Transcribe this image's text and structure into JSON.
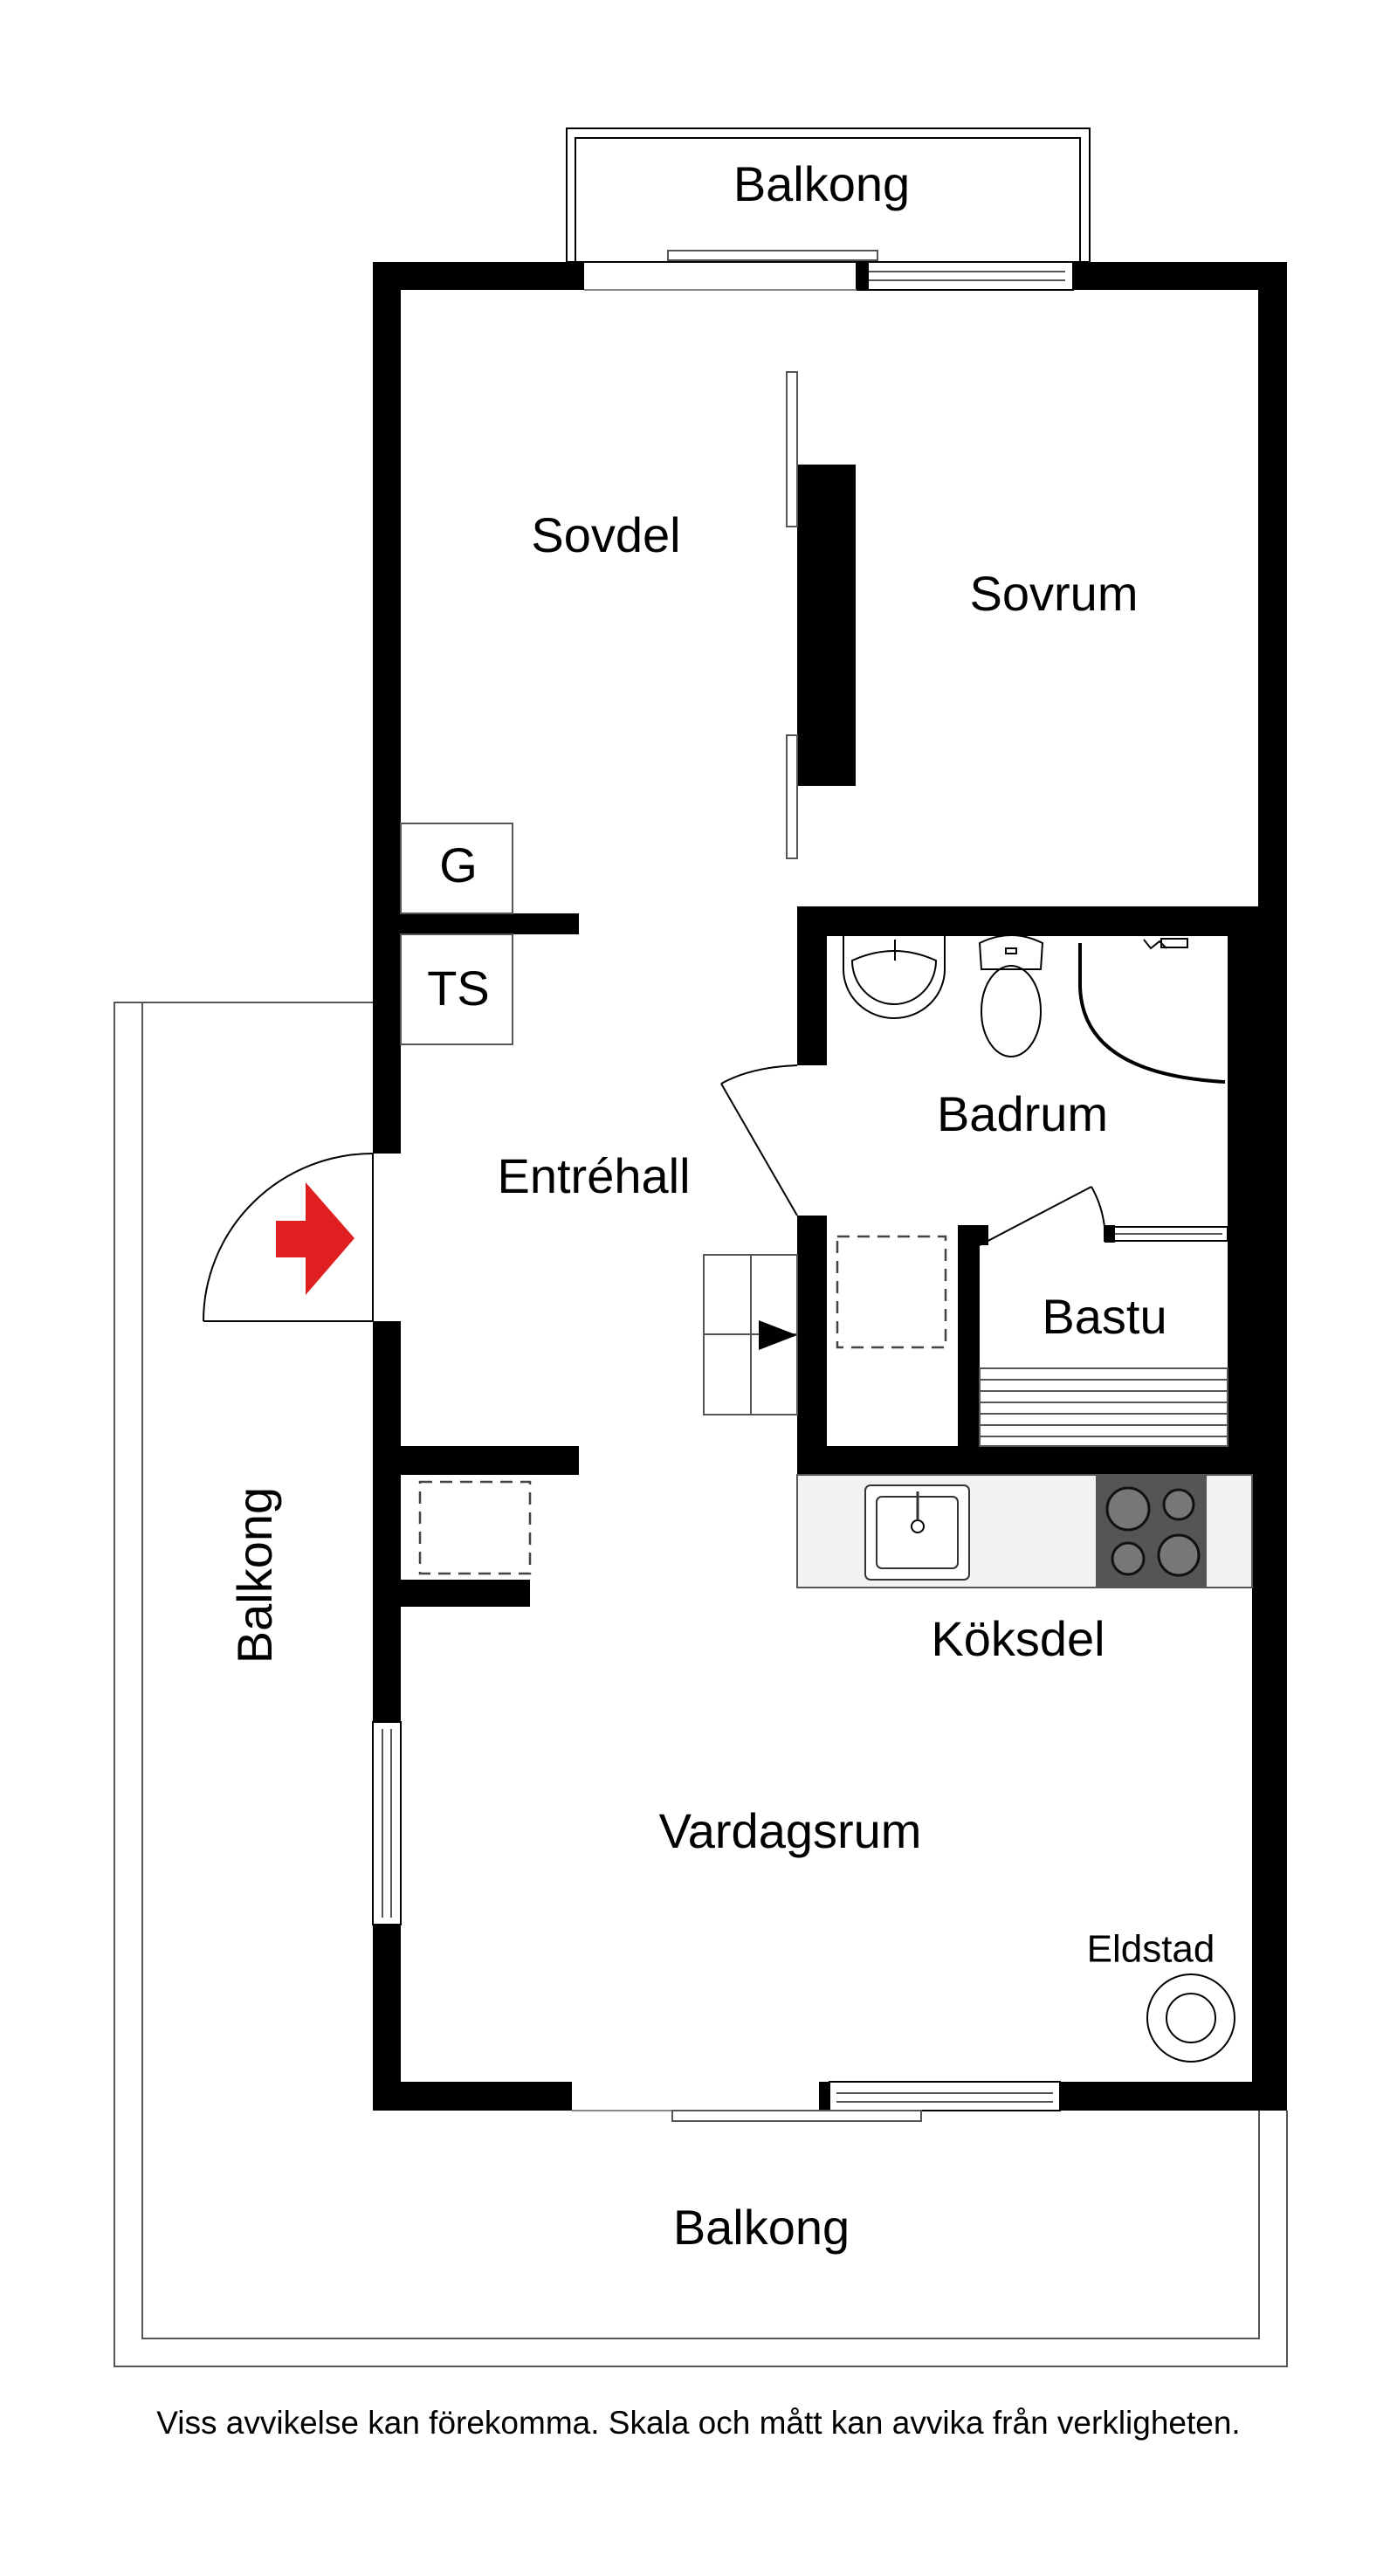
{
  "rooms": {
    "balcony_top": "Balkong",
    "sovdel": "Sovdel",
    "sovrum": "Sovrum",
    "g": "G",
    "ts": "TS",
    "badrum": "Badrum",
    "entrehall": "Entréhall",
    "bastu": "Bastu",
    "balcony_left": "Balkong",
    "koksdel": "Köksdel",
    "vardagsrum": "Vardagsrum",
    "eldstad": "Eldstad",
    "balcony_bottom": "Balkong"
  },
  "footer": "Viss avvikelse kan förekomma. Skala och mått kan avvika från verkligheten.",
  "colors": {
    "wall": "#000000",
    "entrance_arrow": "#e02020",
    "stove": "#555555",
    "counter": "#f2f2f2"
  }
}
